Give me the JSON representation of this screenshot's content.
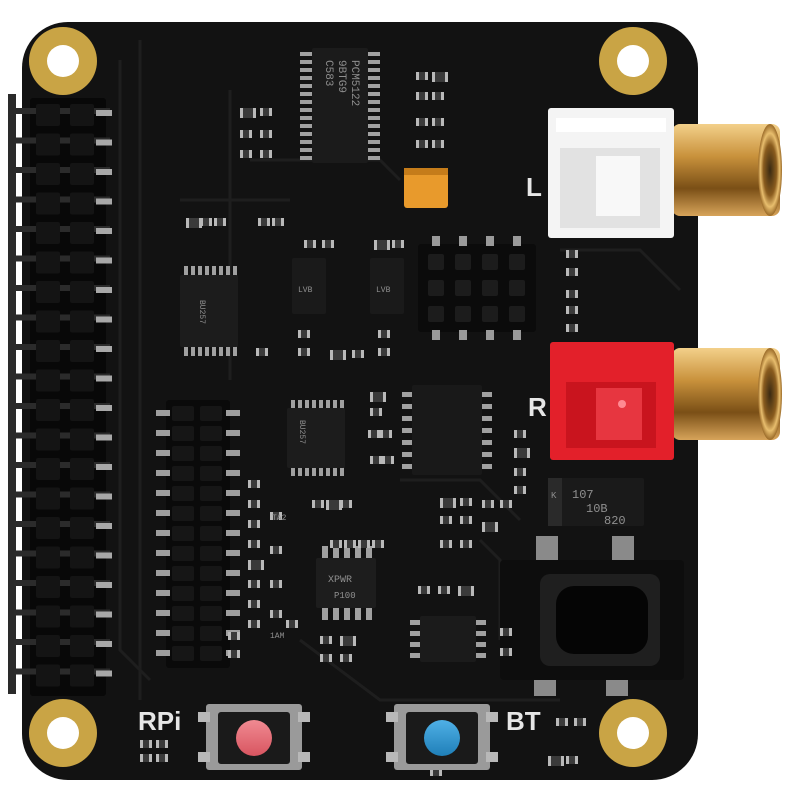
{
  "labels": {
    "left_channel": "L",
    "right_channel": "R",
    "rpi_button": "RPi",
    "bt_button": "BT"
  },
  "chips": {
    "dac_line1": "PCM5122",
    "dac_line2": "9BTG9",
    "dac_line3": "C583",
    "power_ic_line1": "XPWR",
    "power_ic_line2": "P100",
    "diode_line1": "107",
    "diode_line2": "10B",
    "diode_line3": "820",
    "diode_tag": "K",
    "buffer_a": "LVB",
    "buffer_b": "LVB",
    "misc_1": "TA2",
    "misc_2": "1AM",
    "ic_mark_a": "BU257",
    "ic_mark_b": "BU257"
  },
  "colors": {
    "board": "#121212",
    "pad_gold": "#c9a445",
    "left_connector": "#f4f4f4",
    "right_connector": "#e3202a",
    "rca_brass": "#c9923c",
    "rpi_button_cap": "#e86d77",
    "bt_button_cap": "#2c93cf"
  }
}
